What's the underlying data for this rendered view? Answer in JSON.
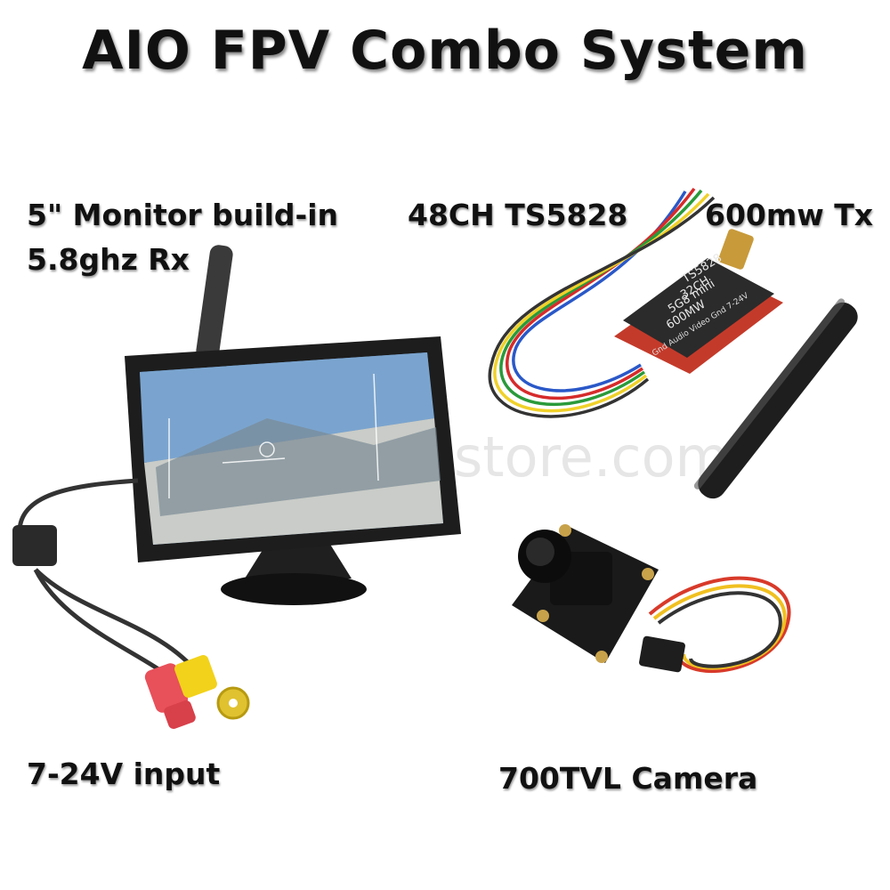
{
  "title": "AIO FPV Combo System",
  "labels": {
    "monitor_line1": "5\" Monitor build-in",
    "monitor_line2": "5.8ghz Rx",
    "tx_model": "48CH TS5828",
    "tx_power": "600mw Tx",
    "power_input": "7-24V input",
    "camera": "700TVL Camera"
  },
  "tx_module_text": [
    "TS5828",
    "32CH",
    "5G8 mini",
    "600MW"
  ],
  "tx_pin_text": "Gnd Audio Video Gnd 7-24V",
  "watermark": "store.com",
  "colors": {
    "text": "#111111",
    "plug_red": "#e8505a",
    "plug_yellow": "#f2d21b"
  }
}
